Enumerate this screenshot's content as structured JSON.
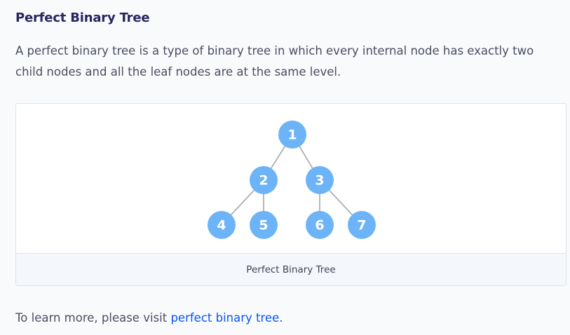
{
  "section": {
    "title": "Perfect Binary Tree",
    "description": "A perfect binary tree is a type of binary tree in which every internal node has exactly two child nodes and all the leaf nodes are at the same level."
  },
  "figure": {
    "caption": "Perfect Binary Tree",
    "node_color": "#6cb4f7",
    "edge_color": "#adafb3",
    "nodes": [
      {
        "id": "1",
        "label": "1",
        "level": 0
      },
      {
        "id": "2",
        "label": "2",
        "level": 1,
        "parent": "1"
      },
      {
        "id": "3",
        "label": "3",
        "level": 1,
        "parent": "1"
      },
      {
        "id": "4",
        "label": "4",
        "level": 2,
        "parent": "2"
      },
      {
        "id": "5",
        "label": "5",
        "level": 2,
        "parent": "2"
      },
      {
        "id": "6",
        "label": "6",
        "level": 2,
        "parent": "3"
      },
      {
        "id": "7",
        "label": "7",
        "level": 2,
        "parent": "3"
      }
    ]
  },
  "footer": {
    "prefix": "To learn more, please visit ",
    "link_text": "perfect binary tree",
    "suffix": "."
  }
}
